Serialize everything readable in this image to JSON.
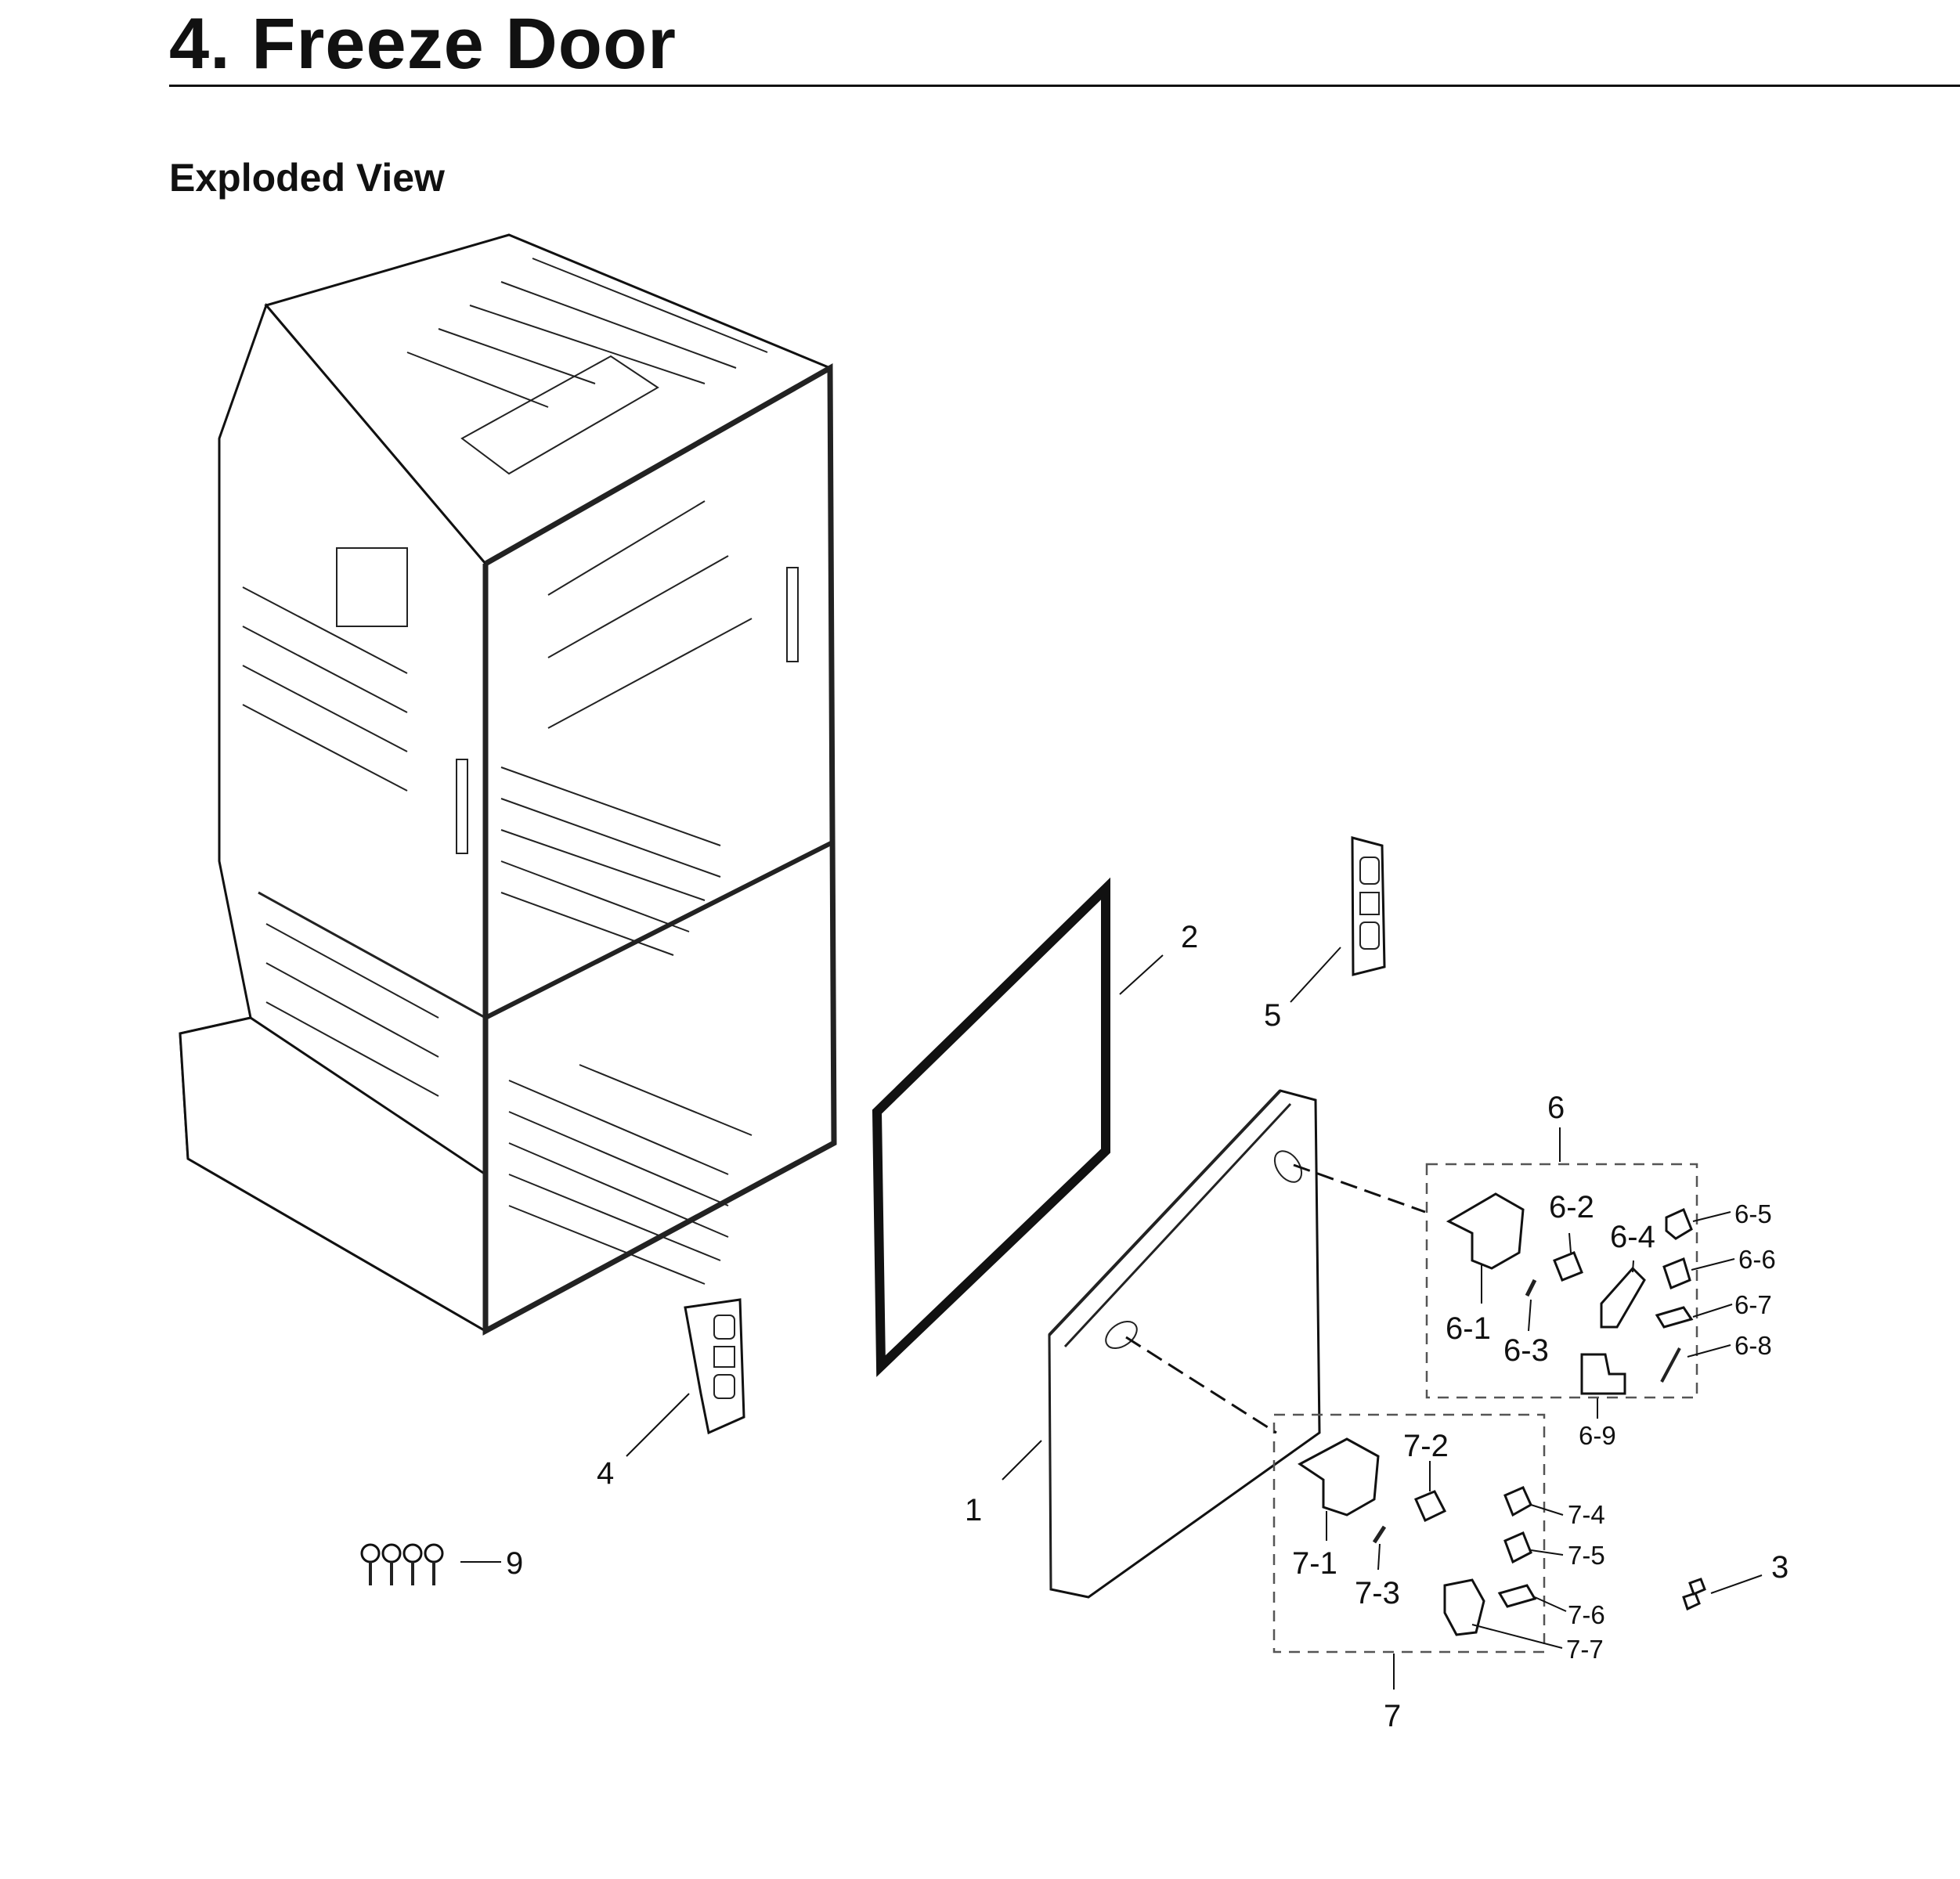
{
  "header": {
    "title": "4.  Freeze Door",
    "subtitle": "Exploded View"
  },
  "callouts": {
    "p1": "1",
    "p2": "2",
    "p3": "3",
    "p4": "4",
    "p5": "5",
    "p6": "6",
    "p6_1": "6-1",
    "p6_2": "6-2",
    "p6_3": "6-3",
    "p6_4": "6-4",
    "p6_5": "6-5",
    "p6_6": "6-6",
    "p6_7": "6-7",
    "p6_8": "6-8",
    "p6_9": "6-9",
    "p7": "7",
    "p7_1": "7-1",
    "p7_2": "7-2",
    "p7_3": "7-3",
    "p7_4": "7-4",
    "p7_5": "7-5",
    "p7_6": "7-6",
    "p7_7": "7-7",
    "p9": "9"
  }
}
